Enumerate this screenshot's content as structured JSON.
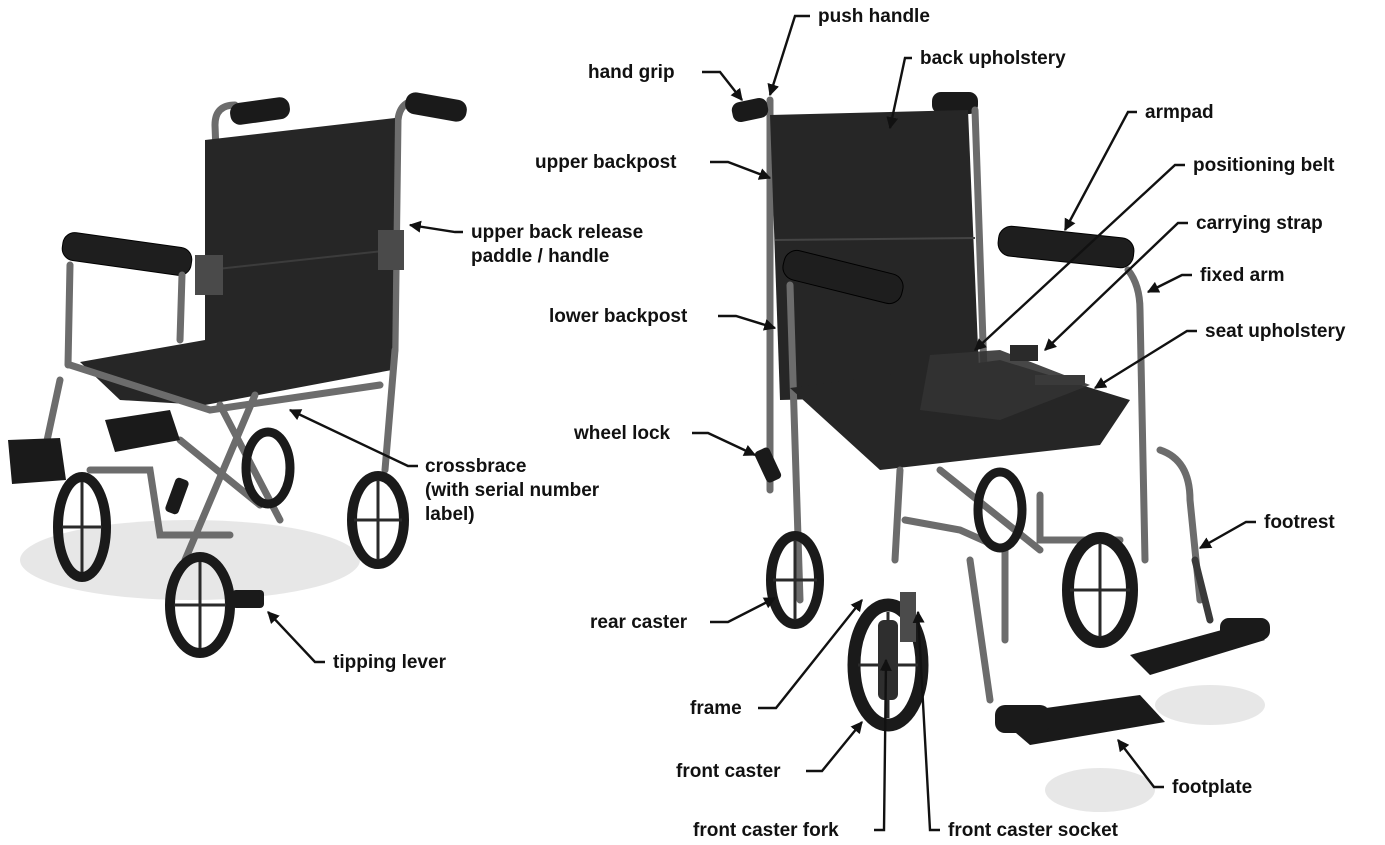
{
  "labels": {
    "push_handle": "push handle",
    "hand_grip": "hand grip",
    "back_upholstery": "back upholstery",
    "armpad": "armpad",
    "upper_backpost": "upper backpost",
    "positioning_belt": "positioning belt",
    "carrying_strap": "carrying strap",
    "upper_back_release_1": "upper back release",
    "upper_back_release_2": "paddle / handle",
    "fixed_arm": "fixed arm",
    "lower_backpost": "lower backpost",
    "seat_upholstery": "seat upholstery",
    "wheel_lock": "wheel lock",
    "crossbrace_1": "crossbrace",
    "crossbrace_2": "(with serial number",
    "crossbrace_3": "label)",
    "footrest": "footrest",
    "rear_caster": "rear caster",
    "tipping_lever": "tipping lever",
    "frame": "frame",
    "front_caster": "front caster",
    "footplate": "footplate",
    "front_caster_fork": "front caster fork",
    "front_caster_socket": "front caster socket"
  }
}
